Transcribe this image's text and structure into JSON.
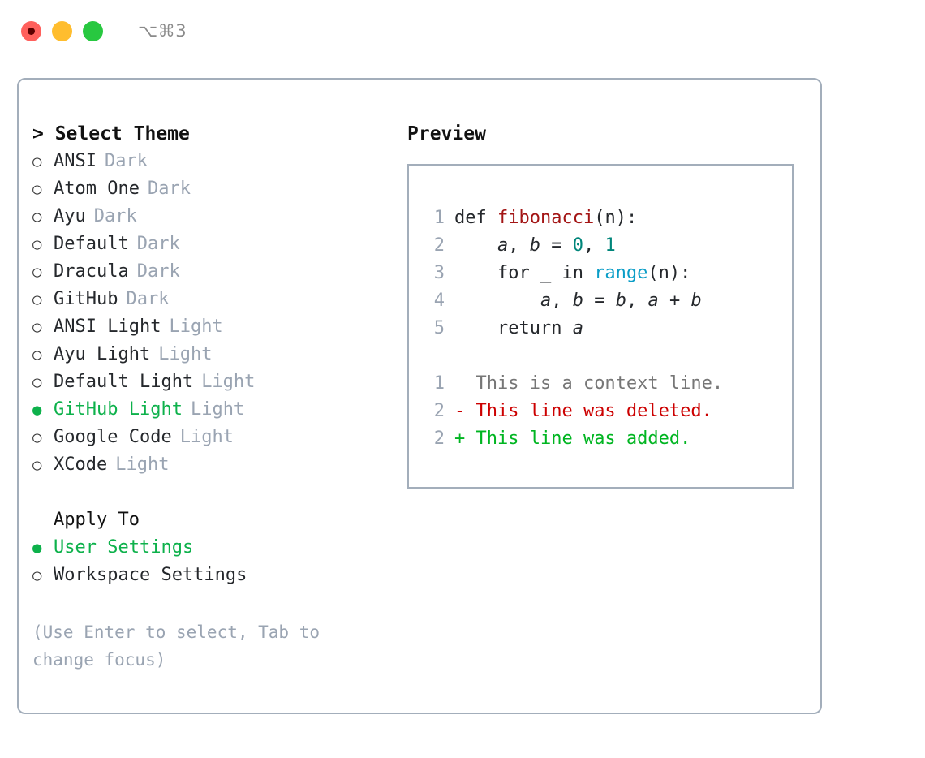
{
  "titlebar": {
    "shortcut": "⌥⌘3",
    "buttons": [
      "close",
      "minimize",
      "maximize"
    ]
  },
  "left": {
    "heading": "> Select Theme",
    "themes": [
      {
        "marker": "○",
        "name": "ANSI",
        "variant": "Dark",
        "selected": false
      },
      {
        "marker": "○",
        "name": "Atom One",
        "variant": "Dark",
        "selected": false
      },
      {
        "marker": "○",
        "name": "Ayu",
        "variant": "Dark",
        "selected": false
      },
      {
        "marker": "○",
        "name": "Default",
        "variant": "Dark",
        "selected": false
      },
      {
        "marker": "○",
        "name": "Dracula",
        "variant": "Dark",
        "selected": false
      },
      {
        "marker": "○",
        "name": "GitHub",
        "variant": "Dark",
        "selected": false
      },
      {
        "marker": "○",
        "name": "ANSI Light",
        "variant": "Light",
        "selected": false
      },
      {
        "marker": "○",
        "name": "Ayu Light",
        "variant": "Light",
        "selected": false
      },
      {
        "marker": "○",
        "name": "Default Light",
        "variant": "Light",
        "selected": false
      },
      {
        "marker": "●",
        "name": "GitHub Light",
        "variant": "Light",
        "selected": true
      },
      {
        "marker": "○",
        "name": "Google Code",
        "variant": "Light",
        "selected": false
      },
      {
        "marker": "○",
        "name": "XCode",
        "variant": "Light",
        "selected": false
      }
    ],
    "apply_to": {
      "heading": "Apply To",
      "options": [
        {
          "marker": "●",
          "label": "User Settings",
          "selected": true
        },
        {
          "marker": "○",
          "label": "Workspace Settings",
          "selected": false
        }
      ]
    },
    "hint": "(Use Enter to select, Tab to change focus)"
  },
  "right": {
    "heading": "Preview",
    "code_lines": [
      {
        "num": "1",
        "parts": [
          {
            "text": "def ",
            "type": "plain"
          },
          {
            "text": "fibonacci",
            "type": "fn"
          },
          {
            "text": "(n):",
            "type": "plain"
          }
        ]
      },
      {
        "num": "2",
        "parts": [
          {
            "text": "    ",
            "type": "plain"
          },
          {
            "text": "a",
            "type": "var"
          },
          {
            "text": ", ",
            "type": "plain"
          },
          {
            "text": "b",
            "type": "var"
          },
          {
            "text": " = ",
            "type": "plain"
          },
          {
            "text": "0",
            "type": "num"
          },
          {
            "text": ", ",
            "type": "plain"
          },
          {
            "text": "1",
            "type": "num"
          }
        ]
      },
      {
        "num": "3",
        "parts": [
          {
            "text": "    for _ in ",
            "type": "plain"
          },
          {
            "text": "range",
            "type": "builtin"
          },
          {
            "text": "(n):",
            "type": "plain"
          }
        ]
      },
      {
        "num": "4",
        "parts": [
          {
            "text": "        ",
            "type": "plain"
          },
          {
            "text": "a",
            "type": "var"
          },
          {
            "text": ", ",
            "type": "plain"
          },
          {
            "text": "b",
            "type": "var"
          },
          {
            "text": " = ",
            "type": "plain"
          },
          {
            "text": "b",
            "type": "var"
          },
          {
            "text": ", ",
            "type": "plain"
          },
          {
            "text": "a",
            "type": "var"
          },
          {
            "text": " + ",
            "type": "plain"
          },
          {
            "text": "b",
            "type": "var"
          }
        ]
      },
      {
        "num": "5",
        "parts": [
          {
            "text": "    return ",
            "type": "plain"
          },
          {
            "text": "a",
            "type": "var"
          }
        ]
      }
    ],
    "diff_lines": [
      {
        "num": "1",
        "sign": " ",
        "text": " This is a context line.",
        "kind": "context"
      },
      {
        "num": "2",
        "sign": "-",
        "text": " This line was deleted.",
        "kind": "delete"
      },
      {
        "num": "2",
        "sign": "+",
        "text": " This line was added.",
        "kind": "add"
      }
    ]
  },
  "colors": {
    "selection_green": "#0db14b",
    "muted": "#9aa4b2",
    "border": "#a3aebb",
    "diff_delete": "#cc0000",
    "diff_add": "#00b521",
    "syntax_function": "#a31515",
    "syntax_number": "#00857a",
    "syntax_builtin": "#0a9dc7"
  }
}
